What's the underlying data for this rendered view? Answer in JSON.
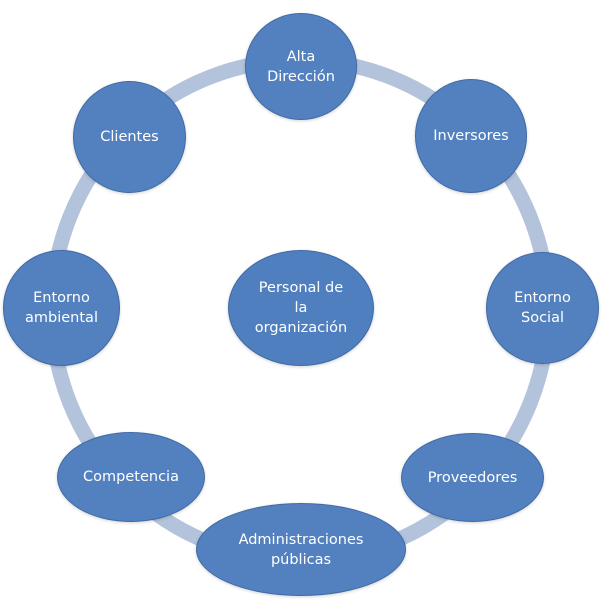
{
  "center": {
    "label": "Personal de\nla\norganización"
  },
  "nodes": [
    {
      "id": "alta-direccion",
      "label": "Alta\nDirección"
    },
    {
      "id": "inversores",
      "label": "Inversores"
    },
    {
      "id": "entorno-social",
      "label": "Entorno\nSocial"
    },
    {
      "id": "proveedores",
      "label": "Proveedores"
    },
    {
      "id": "administraciones-publicas",
      "label": "Administraciones\npúblicas"
    },
    {
      "id": "competencia",
      "label": "Competencia"
    },
    {
      "id": "entorno-ambiental",
      "label": "Entorno\nambiental"
    },
    {
      "id": "clientes",
      "label": "Clientes"
    }
  ],
  "colors": {
    "node_fill": "#5381bf",
    "node_border": "#3f6aa6",
    "ring": "#b4c3dc",
    "text": "#ffffff"
  }
}
